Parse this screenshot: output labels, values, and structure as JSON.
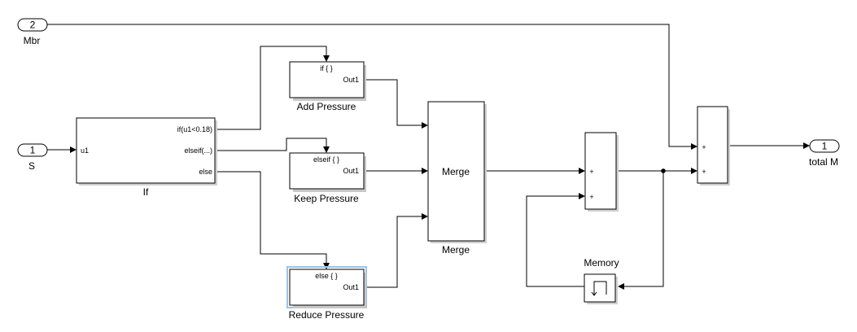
{
  "inports": {
    "mbr": {
      "number": "2",
      "label": "Mbr"
    },
    "s": {
      "number": "1",
      "label": "S"
    }
  },
  "outport": {
    "number": "1",
    "label": "total M"
  },
  "if_block": {
    "name": "If",
    "input": "u1",
    "outputs": [
      "if(u1<0.18)",
      "elseif(...)",
      "else"
    ]
  },
  "subsystems": [
    {
      "name": "Add Pressure",
      "header": "if { }",
      "out": "Out1"
    },
    {
      "name": "Keep Pressure",
      "header": "elseif { }",
      "out": "Out1"
    },
    {
      "name": "Reduce Pressure",
      "header": "else { }",
      "out": "Out1"
    }
  ],
  "merge": {
    "name": "Merge",
    "label": "Merge"
  },
  "sum1": {
    "signs": [
      "+",
      "+"
    ]
  },
  "sum2": {
    "signs": [
      "+",
      "+"
    ]
  },
  "memory": {
    "name": "Memory"
  },
  "colors": {
    "line": "#000000",
    "shadow": "#c8c8c8",
    "selection": "#9cc3e6"
  }
}
